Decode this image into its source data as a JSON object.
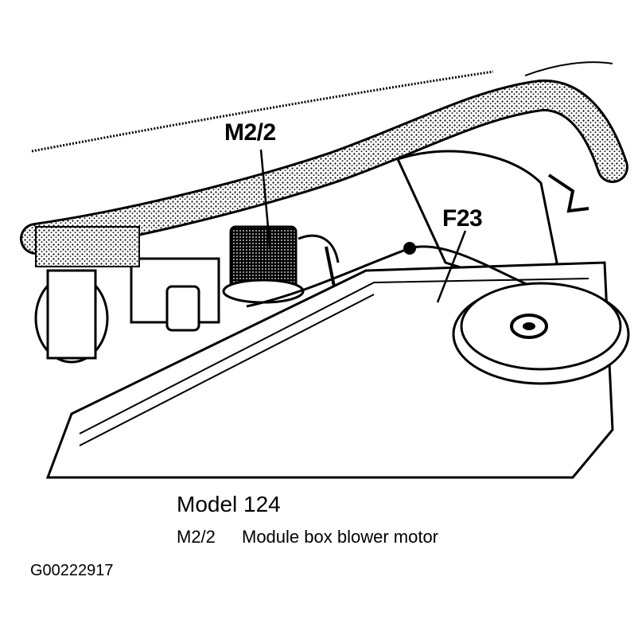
{
  "callouts": {
    "m22": "M2/2",
    "f23": "F23"
  },
  "caption": {
    "title": "Model 124",
    "legend": [
      {
        "code": "M2/2",
        "description": "Module box blower motor"
      }
    ]
  },
  "figure_id": "G00222917",
  "colors": {
    "ink": "#000000",
    "paper": "#ffffff"
  }
}
